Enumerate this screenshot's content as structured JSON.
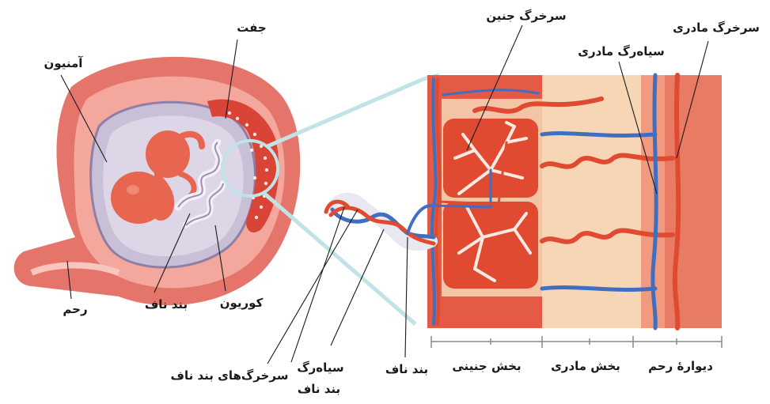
{
  "labels": {
    "amnion": "آمنیون",
    "placenta": "جفت",
    "uterus": "رحم",
    "umbilical_cord_left": "بند ناف",
    "chorion": "کوریون",
    "fetal_artery": "سرخرگ جنین",
    "maternal_vein": "سیاه‌رگ مادری",
    "maternal_artery": "سرخرگ مادری",
    "umbilical_arteries": "سرخرگ‌های بند ناف",
    "umbilical_vein_line1": "سیاه‌رگ",
    "umbilical_vein_line2": "بند ناف",
    "umbilical_cord_right": "بند ناف",
    "fetal_part": "بخش جنینی",
    "maternal_part": "بخش مادری",
    "uterine_wall": "دیوارهٔ رحم"
  },
  "colors": {
    "uterus_outer": "#e5756a",
    "uterus_inner": "#f4a79c",
    "amniotic_sac": "#c9bfd6",
    "fetus": "#e8654f",
    "placenta": "#d94436",
    "artery": "#e04a30",
    "vein": "#3f6fc0",
    "tissue_maternal": "#f6d6b5",
    "uterine_wall": "#f09a80"
  }
}
